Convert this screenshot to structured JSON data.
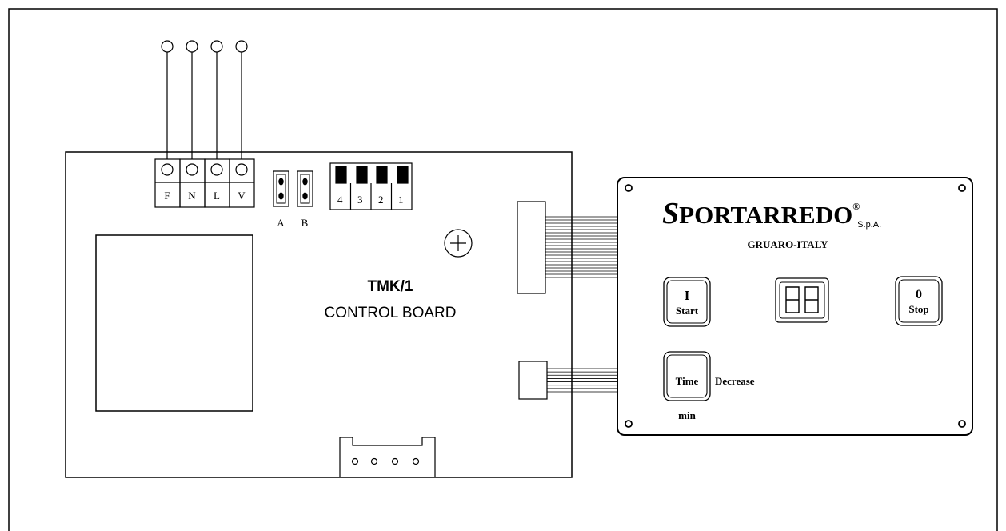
{
  "terminals": [
    "F",
    "N",
    "L",
    "V"
  ],
  "jumpers": [
    "A",
    "B"
  ],
  "dip_switches": [
    "4",
    "3",
    "2",
    "1"
  ],
  "board": {
    "model": "TMK/1",
    "name": "CONTROL BOARD"
  },
  "panel": {
    "brand_initial": "S",
    "brand_rest": "PORTARREDO",
    "brand_suffix": "S.p.A.",
    "registered_mark": "®",
    "location": "GRUARO-ITALY",
    "start_button": {
      "symbol": "I",
      "label": "Start"
    },
    "stop_button": {
      "symbol": "0",
      "label": "Stop"
    },
    "time_button": {
      "label": "Time"
    },
    "decrease_label": "Decrease",
    "min_label": "min"
  }
}
